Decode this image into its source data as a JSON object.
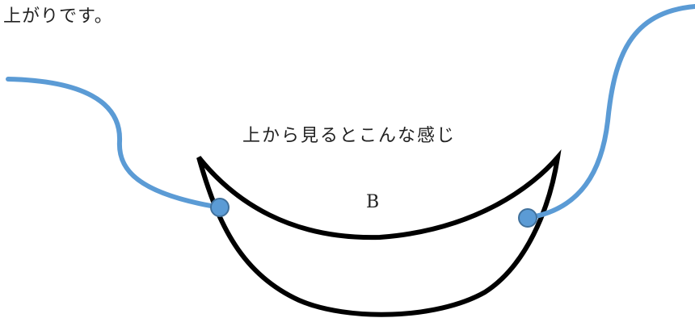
{
  "header": {
    "text": "上がりです。"
  },
  "diagram": {
    "caption": "上から見るとこんな感じ",
    "center_label": "B",
    "colors": {
      "outline": "#000000",
      "wire": "#5b9bd5",
      "node_fill": "#5b9bd5",
      "node_stroke": "#41719c"
    },
    "icons": [
      "crescent-bowl-shape",
      "left-wire",
      "right-wire",
      "left-connection-node",
      "right-connection-node"
    ]
  }
}
